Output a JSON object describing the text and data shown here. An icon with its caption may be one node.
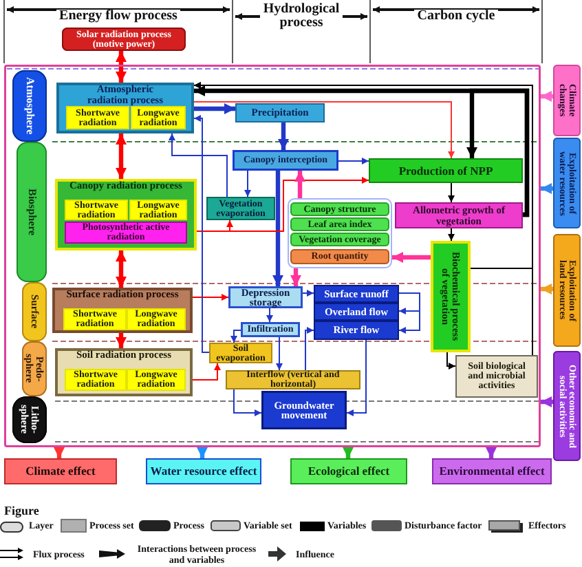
{
  "diagram": {
    "nodes": [
      {
        "text": [
          "Solar radiation process (motive power)"
        ]
      },
      {
        "text": [],
        "shape": "box"
      },
      {
        "text": [
          "Atmosphere"
        ],
        "in": 1
      },
      {
        "text": [
          "Atmospheric radiation process"
        ],
        "in": 1
      },
      {
        "text": [
          "Shortwave radiation"
        ],
        "in": 3
      },
      {
        "text": [
          "Longwave radiation"
        ],
        "in": 3
      },
      {
        "text": [
          "Precipitation"
        ],
        "in": 1
      },
      {
        "text": [
          "Climate changes"
        ]
      },
      {
        "text": [
          "Biosphere"
        ],
        "in": 1
      },
      {
        "text": [
          "Canopy interception"
        ],
        "in": 1
      },
      {
        "text": [
          "Production of NPP"
        ],
        "in": 1
      },
      {
        "text": [
          "Exploitation of water resources"
        ]
      },
      {
        "text": [
          "Canopy radiation process"
        ],
        "in": 1
      },
      {
        "text": [
          "Shortwave radiation"
        ],
        "in": 12
      },
      {
        "text": [
          "Longwave radiation"
        ],
        "in": 12
      },
      {
        "text": [
          "Photosynthetic active radiation"
        ],
        "in": 12
      },
      {
        "text": [
          "Vegetation evaporation"
        ],
        "in": 1
      },
      {
        "text": [],
        "shape": "box",
        "in": 1
      },
      {
        "text": [
          "Canopy structure"
        ],
        "in": 17
      },
      {
        "text": [
          "Leaf area index"
        ],
        "in": 17
      },
      {
        "text": [
          "Vegetation coverage"
        ],
        "in": 17
      },
      {
        "text": [
          "Root quantity"
        ],
        "in": 17
      },
      {
        "text": [
          "Allometric growth of vegetation"
        ],
        "in": 1
      },
      {
        "text": [
          "Biochemical process of vegetation"
        ],
        "in": 1
      },
      {
        "text": [
          "Exploitation of land resources"
        ]
      },
      {
        "text": [
          "Surface"
        ],
        "in": 1
      },
      {
        "text": [
          "Surface radiation process"
        ],
        "in": 1
      },
      {
        "text": [
          "Shortwave radiation"
        ],
        "in": 26
      },
      {
        "text": [
          "Longwave radiation"
        ],
        "in": 26
      },
      {
        "text": [
          "Depression storage"
        ],
        "in": 1
      },
      {
        "text": [
          "Surface runoff"
        ],
        "in": 1
      },
      {
        "text": [
          "Overland flow"
        ],
        "in": 1
      },
      {
        "text": [
          "River flow"
        ],
        "in": 1
      },
      {
        "text": [
          "Infiltration"
        ],
        "in": 1
      },
      {
        "text": [
          "Pedo-sphere"
        ],
        "in": 1
      },
      {
        "text": [
          "Soil radiation process"
        ],
        "in": 1
      },
      {
        "text": [
          "Shortwave radiation"
        ],
        "in": 35
      },
      {
        "text": [
          "Longwave radiation"
        ],
        "in": 35
      },
      {
        "text": [
          "Soil evaporation"
        ],
        "in": 1
      },
      {
        "text": [
          "Interflow (vertical and horizontal)"
        ],
        "in": 1
      },
      {
        "text": [
          "Soil biological and microbial activities"
        ],
        "in": 1
      },
      {
        "text": [
          "Other economic and social activities"
        ]
      },
      {
        "text": [
          "Litho-sphere"
        ],
        "in": 1
      },
      {
        "text": [
          "Groundwater movement"
        ],
        "in": 1
      },
      {
        "text": [
          "Climate effect"
        ]
      },
      {
        "text": [
          "Water resource effect"
        ]
      },
      {
        "text": [
          "Ecological effect"
        ]
      },
      {
        "text": [
          "Environmental effect"
        ]
      }
    ],
    "edges": [
      {
        "from": 0,
        "to": 3,
        "arrow": "both",
        "style": "thick",
        "color": "#ff0000"
      },
      {
        "from": 3,
        "to": 6,
        "arrow": "to",
        "style": "thick"
      },
      {
        "from": 6,
        "to": 9,
        "arrow": "to",
        "style": "thick"
      },
      {
        "from": 3,
        "to": 10,
        "arrow": "to",
        "color": "#ff3333"
      },
      {
        "from": 7,
        "to": 1,
        "arrow": "to",
        "style": "thick",
        "color": "#ff66cc"
      },
      {
        "from": 22,
        "to": 3,
        "arrow": "to",
        "style": "thick",
        "color": "#000000"
      },
      {
        "from": 22,
        "to": 10,
        "arrow": "to",
        "style": "thick",
        "color": "#000000"
      },
      {
        "from": 40,
        "to": 3,
        "arrow": "to",
        "color": "#000000"
      },
      {
        "from": 23,
        "to": 3,
        "arrow": "to",
        "color": "#000000"
      },
      {
        "from": 3,
        "to": 12,
        "arrow": "both",
        "style": "thick",
        "color": "#ff0000"
      },
      {
        "from": 9,
        "to": 10,
        "arrow": "to"
      },
      {
        "from": 9,
        "to": 16,
        "arrow": "to"
      },
      {
        "from": 9,
        "to": 29,
        "arrow": "to",
        "style": "thick"
      },
      {
        "from": 16,
        "to": 3,
        "arrow": "to"
      },
      {
        "from": 11,
        "to": 1,
        "arrow": "to",
        "style": "thick",
        "color": "#3388ee"
      },
      {
        "from": 12,
        "to": 16,
        "arrow": "to",
        "color": "#ff0000"
      },
      {
        "from": 12,
        "to": 10,
        "arrow": "to",
        "color": "#ff0000"
      },
      {
        "from": 10,
        "to": 22,
        "arrow": "to",
        "color": "#000000"
      },
      {
        "from": 17,
        "to": 9,
        "arrow": "to",
        "style": "thick",
        "color": "#ff3399"
      },
      {
        "from": 22,
        "to": 23,
        "arrow": "to",
        "color": "#000000"
      },
      {
        "from": 23,
        "to": 17,
        "arrow": "to",
        "style": "thick",
        "color": "#ff3399"
      },
      {
        "from": 24,
        "to": 1,
        "arrow": "to",
        "style": "thick",
        "color": "#f0a020"
      },
      {
        "from": 12,
        "to": 26,
        "arrow": "both",
        "style": "thick",
        "color": "#ff0000"
      },
      {
        "from": 17,
        "to": 29,
        "arrow": "to",
        "style": "thick",
        "color": "#ff3399"
      },
      {
        "from": 26,
        "to": 29,
        "arrow": "to",
        "color": "#ff0000"
      },
      {
        "from": 29,
        "to": 30,
        "arrow": "to"
      },
      {
        "from": 29,
        "to": 33,
        "arrow": "to"
      },
      {
        "from": 30,
        "to": 31,
        "arrow": "to"
      },
      {
        "from": 30,
        "to": 32,
        "arrow": "to"
      },
      {
        "from": 26,
        "to": 35,
        "arrow": "to",
        "style": "thick",
        "color": "#ff0000"
      },
      {
        "from": 35,
        "to": 38,
        "arrow": "to",
        "color": "#ff0000"
      },
      {
        "from": 38,
        "to": 3,
        "arrow": "to"
      },
      {
        "from": 33,
        "to": 38,
        "arrow": "to"
      },
      {
        "from": 33,
        "to": 39,
        "arrow": "to"
      },
      {
        "from": 39,
        "to": 32,
        "arrow": "to"
      },
      {
        "from": 23,
        "to": 40,
        "arrow": "to",
        "color": "#000000"
      },
      {
        "from": 41,
        "to": 1,
        "arrow": "to",
        "style": "thick",
        "color": "#9933dd"
      },
      {
        "from": 39,
        "to": 43,
        "arrow": "to"
      },
      {
        "from": 32,
        "to": 43,
        "arrow": "to"
      },
      {
        "from": 1,
        "to": 44,
        "arrow": "to",
        "style": "thick",
        "color": "#ff3333"
      },
      {
        "from": 1,
        "to": 45,
        "arrow": "to",
        "style": "thick",
        "color": "#1e90ff"
      },
      {
        "from": 1,
        "to": 46,
        "arrow": "to",
        "style": "thick",
        "color": "#22bb22"
      },
      {
        "from": 1,
        "to": 47,
        "arrow": "to",
        "style": "thick",
        "color": "#9933dd"
      }
    ],
    "labels": [
      "Energy flow process",
      "Hydrological process",
      "Carbon cycle",
      "Figure"
    ],
    "legend": [
      {
        "text": "Layer"
      },
      {
        "text": "Process set"
      },
      {
        "text": "Process"
      },
      {
        "text": "Variable set"
      },
      {
        "text": "Variables"
      },
      {
        "text": "Disturbance factor"
      },
      {
        "text": "Effectors"
      },
      {
        "text": "Flux process"
      },
      {
        "text": "Interactions between process and variables"
      },
      {
        "text": "Influence"
      }
    ]
  }
}
